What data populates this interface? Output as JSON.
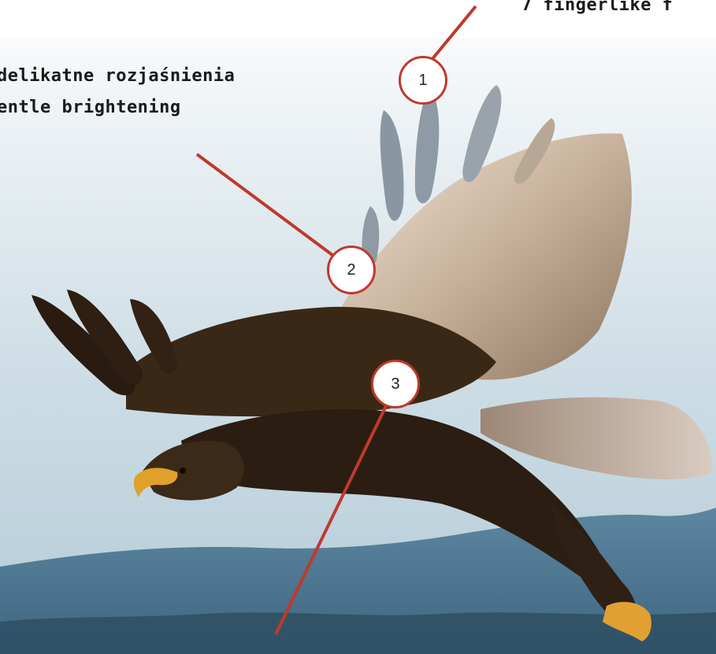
{
  "captions": {
    "top": "7 fingerlike f",
    "polish": "delikatne rozjaśnienia",
    "english": "entle brightening"
  },
  "markers": [
    {
      "label": "1"
    },
    {
      "label": "2"
    },
    {
      "label": "3"
    }
  ],
  "colors": {
    "callout_line": "#c0392b",
    "sky_top": "#ffffff",
    "sky_bottom": "#b7cfdc",
    "hills": "#4f7a96",
    "eagle_body": "#2b1d12",
    "wing_light": "#c9b8a6"
  }
}
